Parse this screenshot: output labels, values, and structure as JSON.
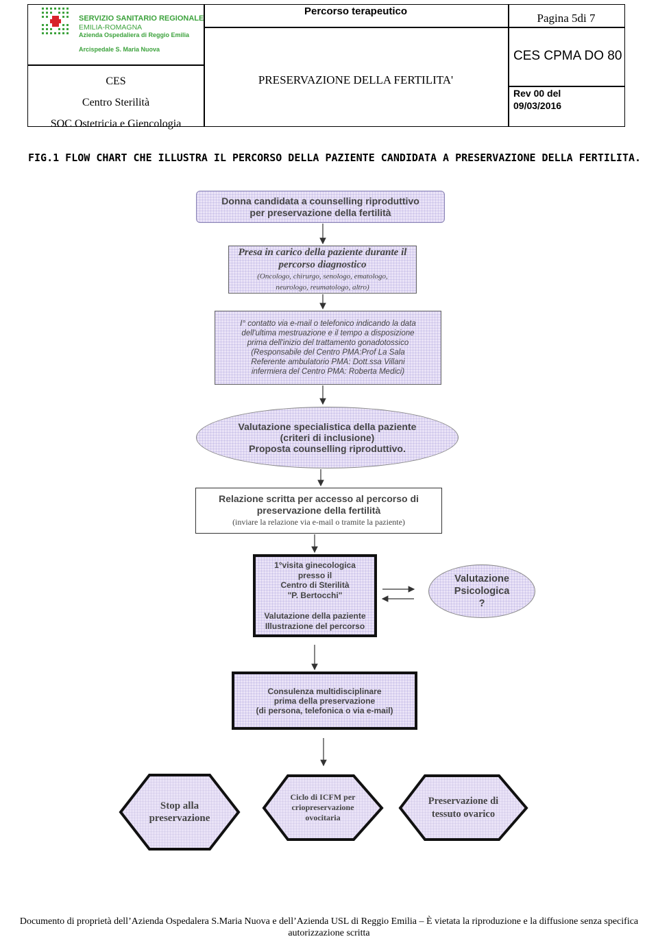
{
  "header": {
    "logo": {
      "line1": "SERVIZIO SANITARIO REGIONALE",
      "line2": "EMILIA-ROMAGNA",
      "line3": "Azienda Ospedaliera di Reggio Emilia",
      "line4": "Arcispedale S. Maria Nuova",
      "accent": "#3ca23c"
    },
    "unit": [
      "CES",
      "Centro Sterilità",
      "SOC Ostetricia e Giencologia"
    ],
    "top_title": "Percorso terapeutico",
    "main_title": "PRESERVAZIONE DELLA FERTILITA'",
    "page": "Pagina 5di 7",
    "doc_code": "CES CPMA DO 80",
    "rev_line1": "Rev 00 del",
    "rev_line2": "09/03/2016"
  },
  "caption": "FIG.1 FLOW CHART CHE ILLUSTRA IL PERCORSO DELLA PAZIENTE CANDIDATA A PRESERVAZIONE DELLA FERTILITA.",
  "flow": {
    "step1": [
      "Donna candidata a counselling riproduttivo",
      "per preservazione della fertilità"
    ],
    "step2_title": [
      "Presa in carico della paziente durante il",
      "percorso diagnostico"
    ],
    "step2_sub": [
      "(Oncologo, chirurgo, senologo, ematologo,",
      "neurologo, reumatologo, altro)"
    ],
    "step3": [
      "I° contatto via e-mail o telefonico indicando la data",
      "dell'ultima mestruazione e il tempo a disposizione",
      "prima dell'inizio del trattamento gonadotossico",
      "(Responsabile del Centro PMA:Prof La Sala",
      "Referente ambulatorio PMA: Dott.ssa Villani",
      "infermiera del Centro PMA: Roberta Medici)"
    ],
    "step4": [
      "Valutazione specialistica della paziente",
      "(criteri di inclusione)",
      "Proposta counselling riproduttivo."
    ],
    "step5": [
      "Relazione scritta per accesso al percorso di",
      "preservazione della fertilità"
    ],
    "step5_sub": "(inviare la relazione via e-mail o tramite la paziente)",
    "step6a": [
      "1°visita ginecologica",
      "presso il",
      "Centro di Sterilità",
      "\"P. Bertocchi\""
    ],
    "step6b": [
      "Valutazione della paziente",
      "Illustrazione del percorso"
    ],
    "side": [
      "Valutazione",
      "Psicologica",
      "?"
    ],
    "step7": [
      "Consulenza multidisciplinare",
      "prima della preservazione",
      "(di persona, telefonica o via e-mail)"
    ],
    "outcome1": [
      "Stop alla",
      "preservazione"
    ],
    "outcome2": [
      "Ciclo di ICFM per",
      "criopreservazione",
      "ovocitaria"
    ],
    "outcome3": [
      "Preservazione di",
      "tessuto ovarico"
    ],
    "box_fill": "#eae3f7"
  },
  "footer": [
    "Documento di proprietà dell’Azienda Ospedalera S.Maria Nuova e dell’Azienda USL di Reggio Emilia – È vietata la riproduzione e la diffusione senza specifica",
    "autorizzazione scritta"
  ]
}
